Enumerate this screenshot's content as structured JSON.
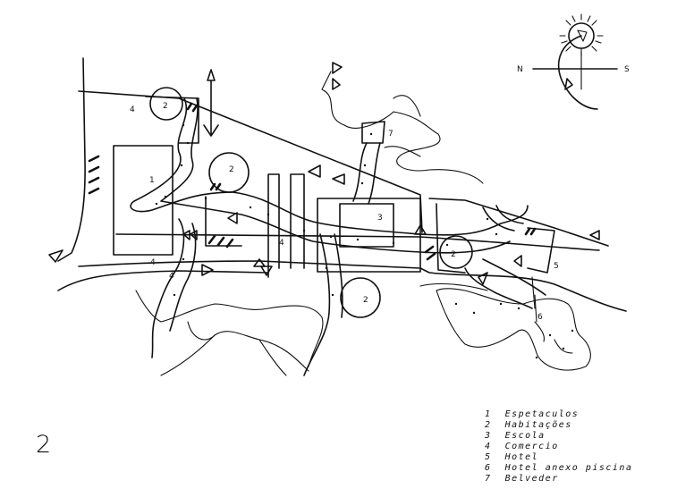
{
  "figure_number": "2",
  "compass": {
    "north": "N",
    "south": "S"
  },
  "labels": {
    "l1": "1",
    "l2a": "2",
    "l2b": "2",
    "l2c": "2",
    "l2d": "2",
    "l3": "3",
    "l4a": "4",
    "l4b": "4",
    "l4c": "4",
    "l4d": "4",
    "l5": "5",
    "l6": "6",
    "l7": "7"
  },
  "legend": [
    {
      "number": "1",
      "text": "Espetaculos"
    },
    {
      "number": "2",
      "text": "Habitações"
    },
    {
      "number": "3",
      "text": "Escola"
    },
    {
      "number": "4",
      "text": "Comercio"
    },
    {
      "number": "5",
      "text": "Hotel"
    },
    {
      "number": "6",
      "text": "Hotel anexo piscina"
    },
    {
      "number": "7",
      "text": "Belveder"
    }
  ]
}
